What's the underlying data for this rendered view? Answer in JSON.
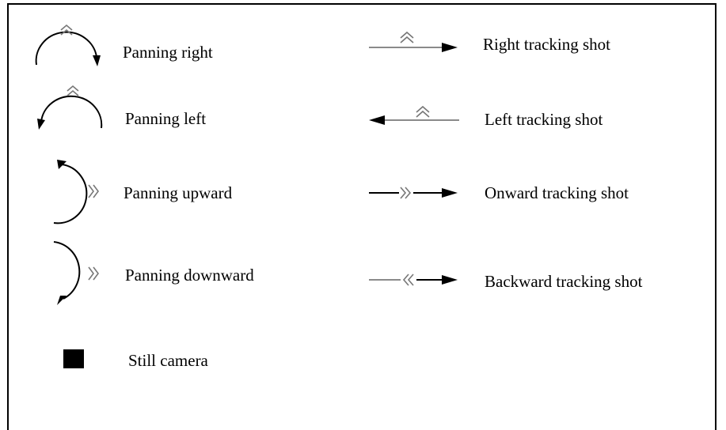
{
  "legend": {
    "left": [
      {
        "label": "Panning right",
        "icon": "panning-right-icon"
      },
      {
        "label": "Panning left",
        "icon": "panning-left-icon"
      },
      {
        "label": "Panning upward",
        "icon": "panning-upward-icon"
      },
      {
        "label": "Panning downward",
        "icon": "panning-downward-icon"
      },
      {
        "label": "Still camera",
        "icon": "still-camera-icon"
      }
    ],
    "right": [
      {
        "label": "Right tracking shot",
        "icon": "right-tracking-icon"
      },
      {
        "label": "Left tracking shot",
        "icon": "left-tracking-icon"
      },
      {
        "label": "Onward tracking shot",
        "icon": "onward-tracking-icon"
      },
      {
        "label": "Backward tracking shot",
        "icon": "backward-tracking-icon"
      }
    ]
  },
  "colors": {
    "stroke": "#000000",
    "chevron": "#777777",
    "gray_line": "#8a8a8a"
  }
}
